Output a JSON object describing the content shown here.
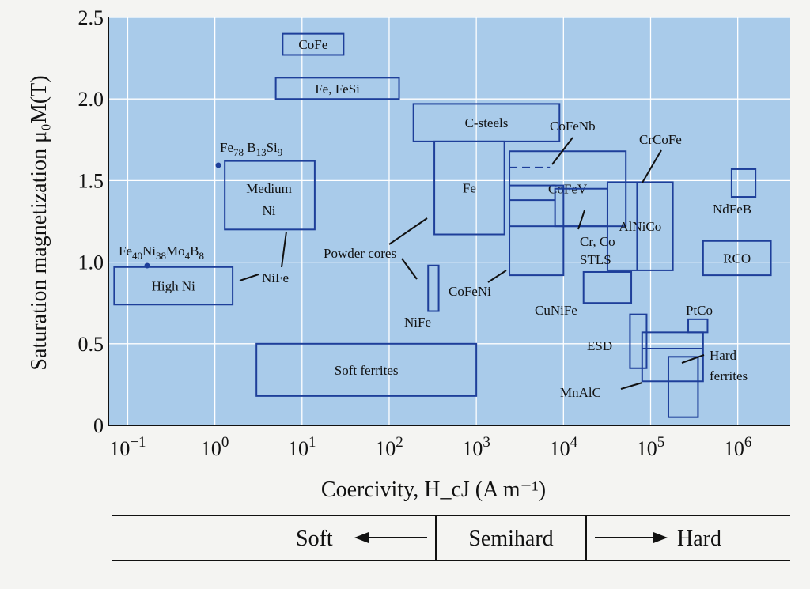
{
  "chart_data": {
    "type": "range-box",
    "xlabel": "Coercivity, H_cJ (A m⁻¹)",
    "ylabel": "Saturation magnetization μ₀M(T)",
    "x_scale": "log",
    "xlim": [
      0.06,
      4000000
    ],
    "ylim": [
      0,
      2.5
    ],
    "grid": true,
    "x_ticks": [
      {
        "value": 0.1,
        "base": "10",
        "exp": "−1"
      },
      {
        "value": 1,
        "base": "10",
        "exp": "0"
      },
      {
        "value": 10,
        "base": "10",
        "exp": "1"
      },
      {
        "value": 100,
        "base": "10",
        "exp": "2"
      },
      {
        "value": 1000,
        "base": "10",
        "exp": "3"
      },
      {
        "value": 10000,
        "base": "10",
        "exp": "4"
      },
      {
        "value": 100000,
        "base": "10",
        "exp": "5"
      },
      {
        "value": 1000000,
        "base": "10",
        "exp": "6"
      }
    ],
    "y_ticks": [
      "0",
      "0.5",
      "1.0",
      "1.5",
      "2.0",
      "2.5"
    ],
    "y_tick_values": [
      0,
      0.5,
      1.0,
      1.5,
      2.0,
      2.5
    ],
    "regions": [
      {
        "name": "CoFe",
        "x": [
          6,
          30
        ],
        "y": [
          2.27,
          2.4
        ],
        "label_inside": true
      },
      {
        "name": "Fe, FeSi",
        "x": [
          5,
          130
        ],
        "y": [
          2.0,
          2.13
        ],
        "label_inside": true
      },
      {
        "name": "C-steels",
        "x": [
          190,
          9000
        ],
        "y": [
          1.74,
          1.97
        ],
        "label_inside": true
      },
      {
        "name": "Fe",
        "x": [
          330,
          2100
        ],
        "y": [
          1.17,
          1.74
        ],
        "label_inside": true
      },
      {
        "name": "Medium Ni",
        "x": [
          1.3,
          14
        ],
        "y": [
          1.2,
          1.62
        ],
        "label_inside": true
      },
      {
        "name": "High Ni",
        "x": [
          0.07,
          1.6
        ],
        "y": [
          0.74,
          0.97
        ],
        "label_inside": true
      },
      {
        "name": "Soft ferrites",
        "x": [
          3,
          1000
        ],
        "y": [
          0.18,
          0.5
        ],
        "label_inside": true
      },
      {
        "name": "NiFe",
        "x": [
          280,
          370
        ],
        "y": [
          0.7,
          0.98
        ],
        "label_inside": false
      },
      {
        "name": "CoFeV",
        "x": [
          2400,
          52000
        ],
        "y": [
          1.22,
          1.68
        ],
        "label_inside": true
      },
      {
        "name": "CoFeNi",
        "x": [
          2400,
          10000
        ],
        "y": [
          0.92,
          1.47
        ],
        "label_inside": false
      },
      {
        "name": "Cr, Co STLS",
        "x": [
          8000,
          32000
        ],
        "y": [
          1.22,
          1.45
        ],
        "label_inside": false
      },
      {
        "name": "AlNiCo",
        "x": [
          32000,
          180000
        ],
        "y": [
          0.95,
          1.49
        ],
        "label_inside": true
      },
      {
        "name": "CuNiFe",
        "x": [
          17000,
          60000
        ],
        "y": [
          0.75,
          0.94
        ],
        "label_inside": false
      },
      {
        "name": "ESD",
        "x": [
          58000,
          90000
        ],
        "y": [
          0.35,
          0.68
        ],
        "label_inside": false
      },
      {
        "name": "MnAlC",
        "x": [
          80000,
          400000
        ],
        "y": [
          0.27,
          0.57
        ],
        "label_inside": false
      },
      {
        "name": "Hard ferrites",
        "x": [
          160000,
          350000
        ],
        "y": [
          0.05,
          0.42
        ],
        "label_inside": false
      },
      {
        "name": "PtCo",
        "x": [
          270000,
          450000
        ],
        "y": [
          0.57,
          0.65
        ],
        "label_inside": false
      },
      {
        "name": "NdFeB",
        "x": [
          850000,
          1600000
        ],
        "y": [
          1.4,
          1.57
        ],
        "label_inside": false
      },
      {
        "name": "RCO",
        "x": [
          400000,
          2400000
        ],
        "y": [
          0.92,
          1.13
        ],
        "label_inside": true
      }
    ],
    "annotations": {
      "cofenb": "CoFeNb",
      "crcofe": "CrCoFe",
      "fe78": {
        "a": "Fe",
        "b": "78",
        "c": " B",
        "d": "13",
        "e": "Si",
        "f": "9"
      },
      "fe40": {
        "a": "Fe",
        "b": "40",
        "c": "Ni",
        "d": "38",
        "e": "Mo",
        "f": "4",
        "g": "B",
        "h": "8"
      },
      "nife_left": "NiFe",
      "nife_mid": "NiFe",
      "powder": "Powder cores",
      "cofeni": "CoFeNi",
      "crco_1": "Cr, Co",
      "crco_2": "STLS",
      "cunife": "CuNiFe",
      "esd": "ESD",
      "mnalc": "MnAlC",
      "hard_1": "Hard",
      "hard_2": "ferrites",
      "ptco": "PtCo",
      "ndfeb": "NdFeB",
      "medium_1": "Medium",
      "medium_2": "Ni"
    }
  },
  "scale_bar": {
    "soft": "Soft",
    "semihard": "Semihard",
    "hard": "Hard"
  },
  "colors": {
    "plot_background": "#a9cbea",
    "region_outline": "#1e3f9a"
  }
}
